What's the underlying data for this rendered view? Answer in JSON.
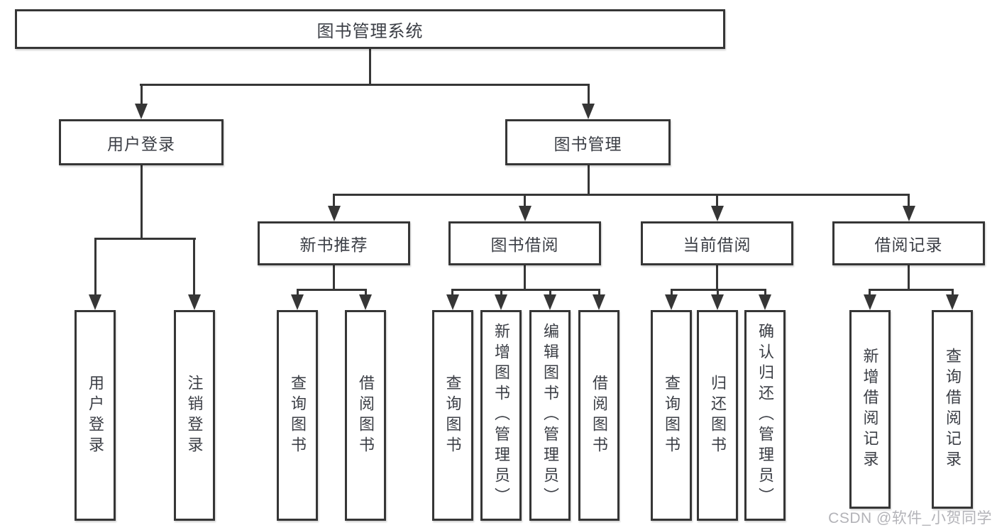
{
  "diagram": {
    "root": {
      "label": "图书管理系统"
    },
    "level2": [
      {
        "label": "用户登录"
      },
      {
        "label": "图书管理"
      }
    ],
    "level3": [
      {
        "label": "新书推荐",
        "parent": "图书管理"
      },
      {
        "label": "图书借阅",
        "parent": "图书管理"
      },
      {
        "label": "当前借阅",
        "parent": "图书管理"
      },
      {
        "label": "借阅记录",
        "parent": "图书管理"
      }
    ],
    "leaves": [
      {
        "label": "用户登录",
        "parent": "用户登录"
      },
      {
        "label": "注销登录",
        "parent": "用户登录"
      },
      {
        "label": "查询图书",
        "parent": "新书推荐"
      },
      {
        "label": "借阅图书",
        "parent": "新书推荐"
      },
      {
        "label": "查询图书",
        "parent": "图书借阅"
      },
      {
        "label": "新增图书（管理员）",
        "parent": "图书借阅"
      },
      {
        "label": "编辑图书（管理员）",
        "parent": "图书借阅"
      },
      {
        "label": "借阅图书",
        "parent": "图书借阅"
      },
      {
        "label": "查询图书",
        "parent": "当前借阅"
      },
      {
        "label": "归还图书",
        "parent": "当前借阅"
      },
      {
        "label": "确认归还（管理员）",
        "parent": "当前借阅"
      },
      {
        "label": "新增借阅记录",
        "parent": "借阅记录"
      },
      {
        "label": "查询借阅记录",
        "parent": "借阅记录"
      }
    ]
  },
  "watermark": {
    "text": "CSDN @软件_小贺同学"
  },
  "colors": {
    "line": "#363636",
    "ink": "#3b3e45",
    "wm": "#b3b3b8"
  }
}
